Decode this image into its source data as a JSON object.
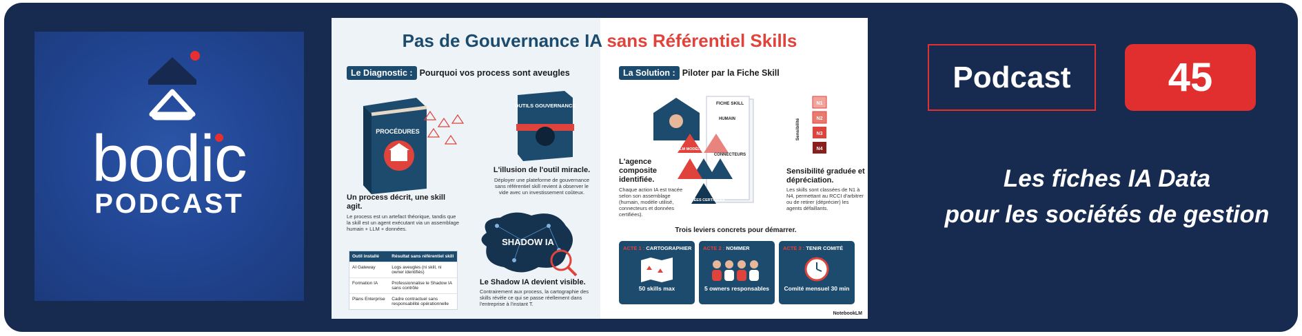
{
  "logo": {
    "word": "bodic",
    "sub": "PODCAST"
  },
  "infographic": {
    "title_a": "Pas de Gouvernance IA ",
    "title_b": "sans Référentiel Skills",
    "diag_tag": "Le Diagnostic :",
    "diag_head": "Pourquoi vos process sont aveugles",
    "sol_tag": "La Solution :",
    "sol_head": "Piloter par la Fiche Skill",
    "book_label": "PROCÉDURES",
    "outils_label": "OUTILS GOUVERNANCE",
    "shadow_label": "SHADOW IA",
    "process_title": "Un process décrit, une skill agit.",
    "process_text": "Le process est un artefact théorique, tandis que la skill est un agent exécutant via un assemblage humain + LLM + données.",
    "illusion_title": "L'illusion de l'outil miracle.",
    "illusion_text": "Déployer une plateforme de gouvernance sans référentiel skill revient à observer le vide avec un investissement coûteux.",
    "shadow_title": "Le Shadow IA devient visible.",
    "shadow_text": "Contrairement aux process, la cartographie des skills révèle ce qui se passe réellement dans l'entreprise à l'instant T.",
    "table": {
      "headers": [
        "Outil installé",
        "Résultat sans référentiel skill"
      ],
      "rows": [
        [
          "AI Gateway",
          "Logs aveugles (ni skill, ni owner identifiés)"
        ],
        [
          "Formation IA",
          "Professionnalise le Shadow IA sans contrôle"
        ],
        [
          "Plans Enterprise",
          "Cadre contractuel sans responsabilité opérationnelle"
        ]
      ]
    },
    "fiche_skill": "FICHE SKILL",
    "humain": "HUMAIN",
    "llm": "LLM MODÈLE",
    "connecteurs": "CONNECTEURS",
    "donnees": "DONNÉES CERTIFIÉES",
    "sensibilite": "Sensibilité",
    "levels": [
      "N1",
      "N2",
      "N3",
      "N4"
    ],
    "agence_title": "L'agence composite identifiée.",
    "agence_text": "Chaque action IA est tracée selon son assemblage (humain, modèle utilisé, connecteurs et données certifiées).",
    "sens_title": "Sensibilité graduée et dépréciation.",
    "sens_text": "Les skills sont classées de N1 à N4, permettant au RCCI d'arbitrer ou de retirer (déprécier) les agents défaillants.",
    "levers_title": "Trois leviers concrets pour démarrer.",
    "acts": [
      {
        "num": "ACTE 1 :",
        "name": "CARTOGRAPHIER",
        "value": "50 skills max"
      },
      {
        "num": "ACTE 2 :",
        "name": "NOMMER",
        "value": "5 owners responsables"
      },
      {
        "num": "ACTE 3 :",
        "name": "TENIR COMITÉ",
        "value": "Comité mensuel 30 min"
      }
    ],
    "notebook": "NotebookLM"
  },
  "podcast_label": "Podcast",
  "episode_number": "45",
  "subtitle_line1": "Les fiches IA Data",
  "subtitle_line2": "pour les sociétés de gestion",
  "colors": {
    "background": "#172a4f",
    "accent": "#e5302f",
    "logo_bg": "#234897"
  }
}
